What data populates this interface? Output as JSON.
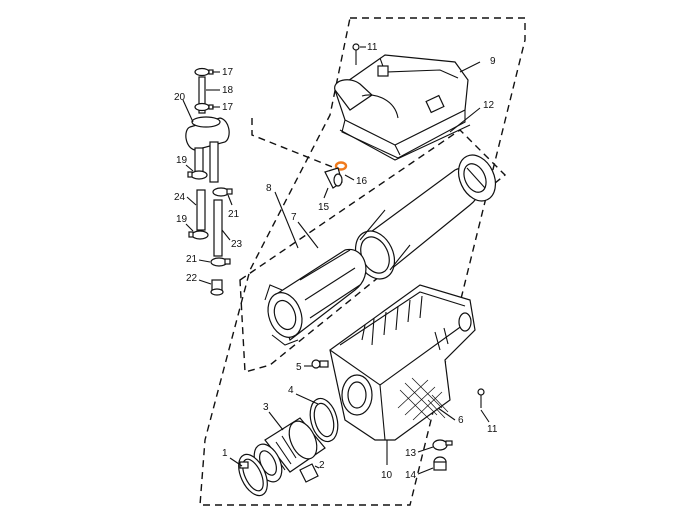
{
  "diagram": {
    "labels": {
      "p1": "1",
      "p2": "2",
      "p3": "3",
      "p4": "4",
      "p5": "5",
      "p6": "6",
      "p7": "7",
      "p8": "8",
      "p9": "9",
      "p10": "10",
      "p11a": "11",
      "p11b": "11",
      "p12": "12",
      "p13": "13",
      "p14": "14",
      "p15": "15",
      "p16": "16",
      "p17a": "17",
      "p17b": "17",
      "p18": "18",
      "p19a": "19",
      "p19b": "19",
      "p20": "20",
      "p21a": "21",
      "p21b": "21",
      "p22": "22",
      "p23": "23",
      "p24": "24"
    },
    "colors": {
      "highlight": "#f07a1c",
      "line": "#111111"
    }
  }
}
